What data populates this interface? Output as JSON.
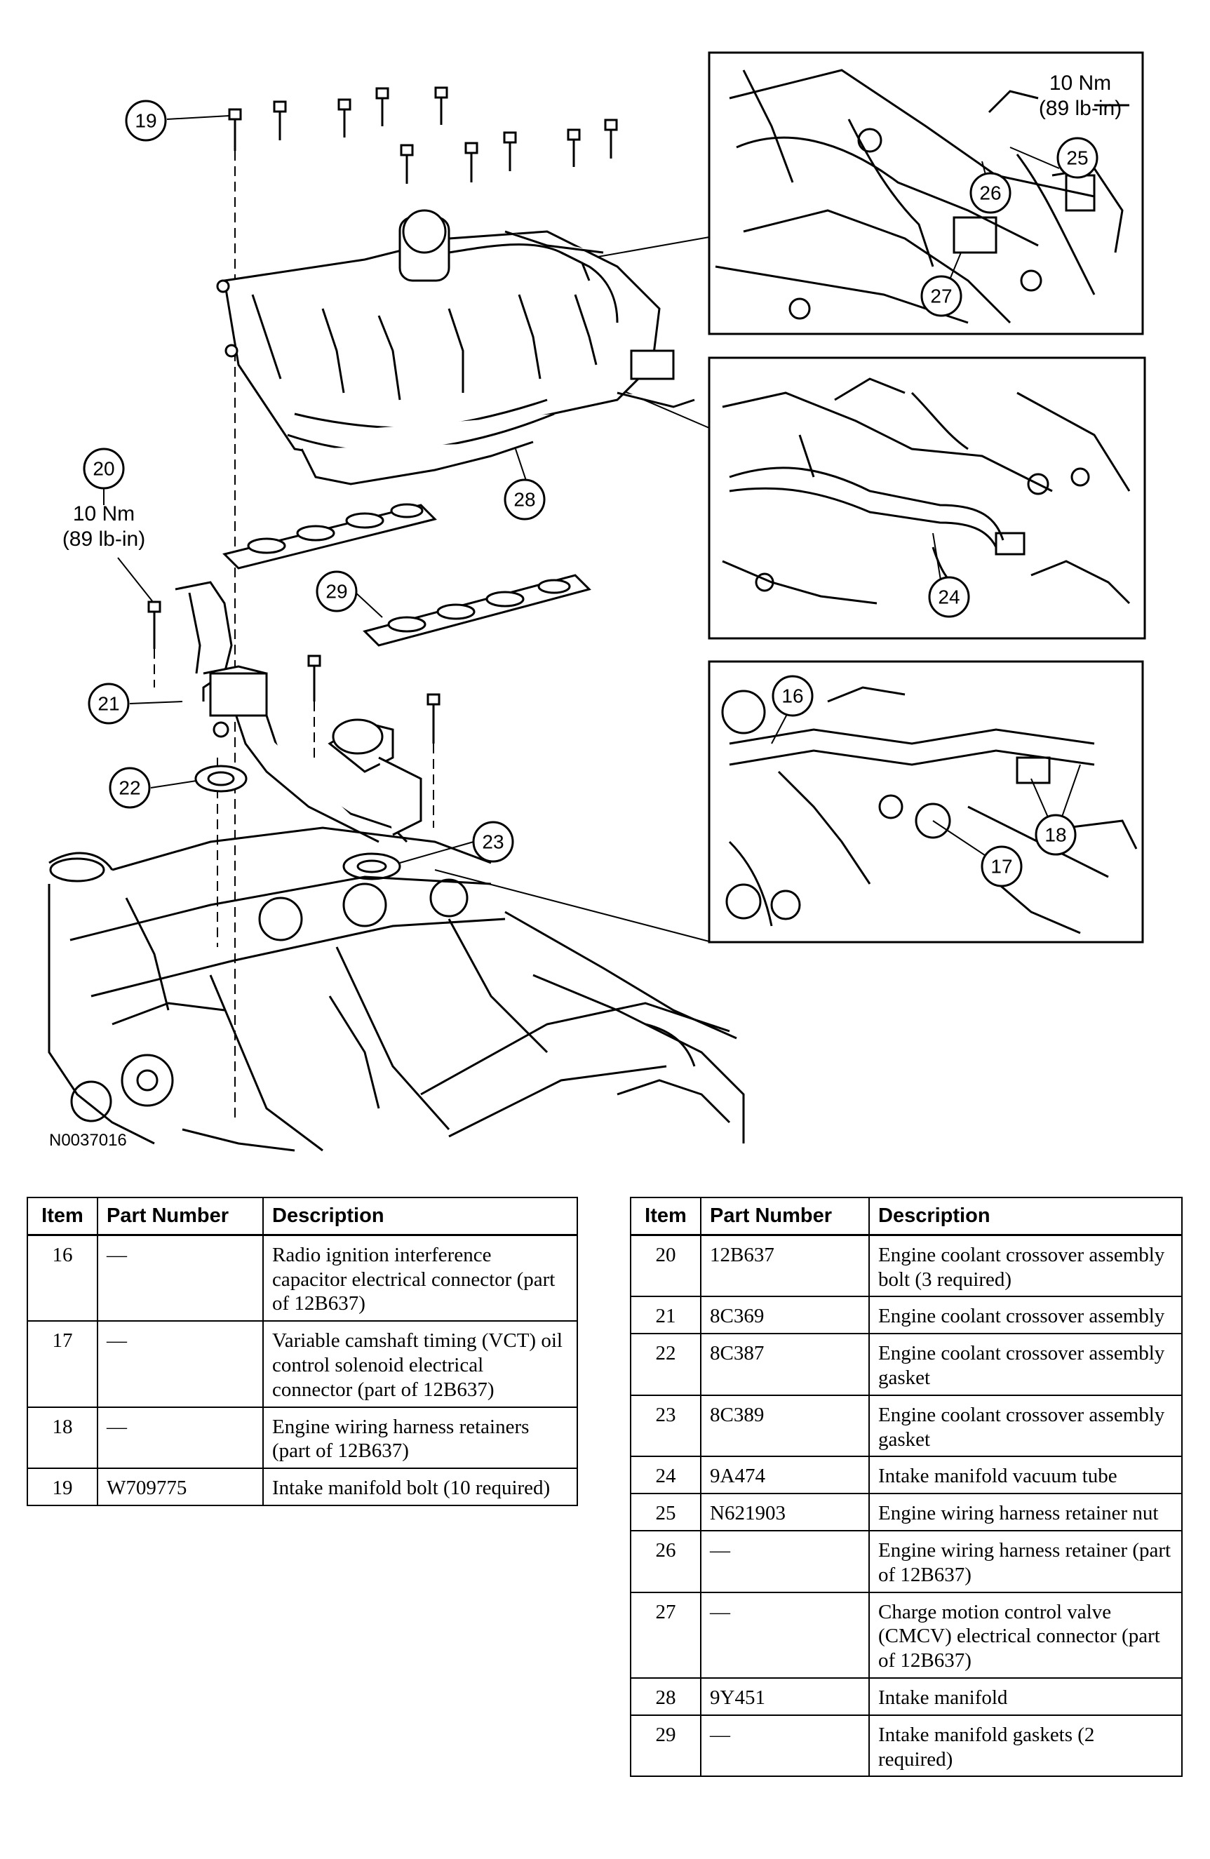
{
  "figure_id": "N0037016",
  "callouts": {
    "c16": "16",
    "c17": "17",
    "c18": "18",
    "c19": "19",
    "c20": "20",
    "c21": "21",
    "c22": "22",
    "c23": "23",
    "c24": "24",
    "c25": "25",
    "c26": "26",
    "c27": "27",
    "c28": "28",
    "c29": "29"
  },
  "torque_labels": {
    "upper_line1": "10 Nm",
    "upper_line2": "(89 lb-in)",
    "left_line1": "10 Nm",
    "left_line2": "(89 lb-in)"
  },
  "table_headers": {
    "item": "Item",
    "part_number": "Part Number",
    "description": "Description"
  },
  "table_left": [
    {
      "item": "16",
      "part_number": "—",
      "description": "Radio ignition interference capacitor electrical connector (part of 12B637)"
    },
    {
      "item": "17",
      "part_number": "—",
      "description": "Variable camshaft timing (VCT) oil control solenoid electrical connector (part of 12B637)"
    },
    {
      "item": "18",
      "part_number": "—",
      "description": "Engine wiring harness retainers (part of 12B637)"
    },
    {
      "item": "19",
      "part_number": "W709775",
      "description": "Intake manifold bolt (10 required)"
    }
  ],
  "table_right": [
    {
      "item": "20",
      "part_number": "12B637",
      "description": "Engine coolant crossover assembly bolt (3 required)"
    },
    {
      "item": "21",
      "part_number": "8C369",
      "description": "Engine coolant crossover assembly"
    },
    {
      "item": "22",
      "part_number": "8C387",
      "description": "Engine coolant crossover assembly gasket"
    },
    {
      "item": "23",
      "part_number": "8C389",
      "description": "Engine coolant crossover assembly gasket"
    },
    {
      "item": "24",
      "part_number": "9A474",
      "description": "Intake manifold vacuum tube"
    },
    {
      "item": "25",
      "part_number": "N621903",
      "description": "Engine wiring harness retainer nut"
    },
    {
      "item": "26",
      "part_number": "—",
      "description": "Engine wiring harness retainer (part of 12B637)"
    },
    {
      "item": "27",
      "part_number": "—",
      "description": "Charge motion control valve (CMCV) electrical connector (part of 12B637)"
    },
    {
      "item": "28",
      "part_number": "9Y451",
      "description": "Intake manifold"
    },
    {
      "item": "29",
      "part_number": "—",
      "description": "Intake manifold gaskets (2 required)"
    }
  ]
}
